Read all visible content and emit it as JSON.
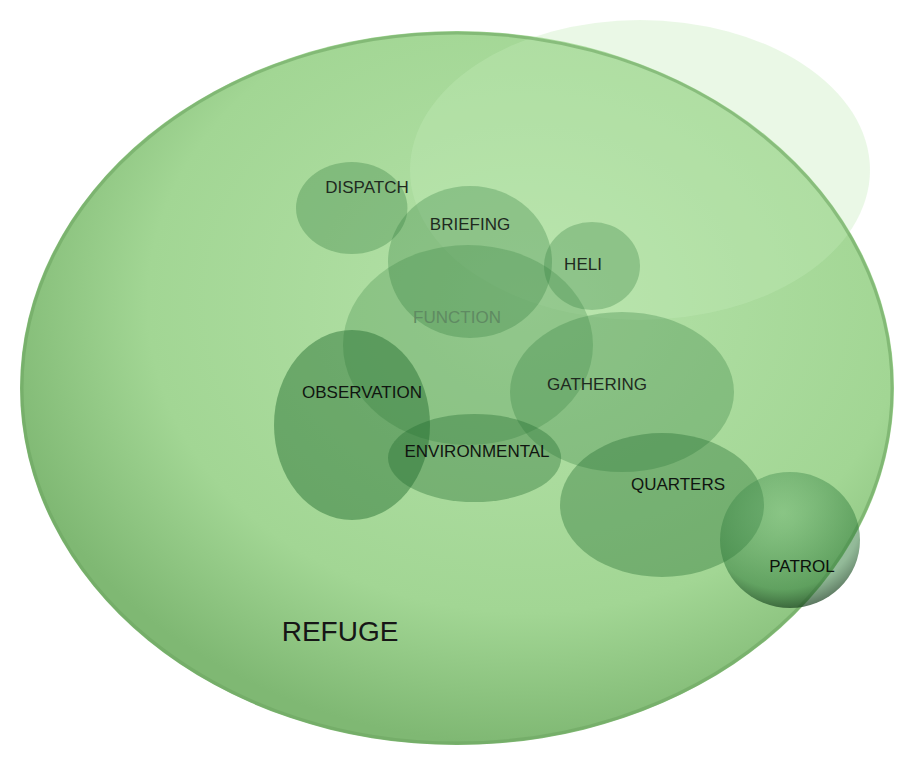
{
  "diagram": {
    "nodes": [
      {
        "text": [
          "REFUGE"
        ]
      },
      {
        "text": [
          "DISPATCH"
        ],
        "in": 0
      },
      {
        "text": [
          "BRIEFING"
        ],
        "in": 0
      },
      {
        "text": [
          "HELI"
        ],
        "in": 0
      },
      {
        "text": [
          "FUNCTION"
        ],
        "in": 0
      },
      {
        "text": [
          "OBSERVATION"
        ],
        "in": 0
      },
      {
        "text": [
          "GATHERING"
        ],
        "in": 0
      },
      {
        "text": [
          "ENVIRONMENTAL"
        ],
        "in": 0
      },
      {
        "text": [
          "QUARTERS"
        ],
        "in": 0
      },
      {
        "text": [
          "PATROL"
        ],
        "in": 0
      }
    ]
  }
}
